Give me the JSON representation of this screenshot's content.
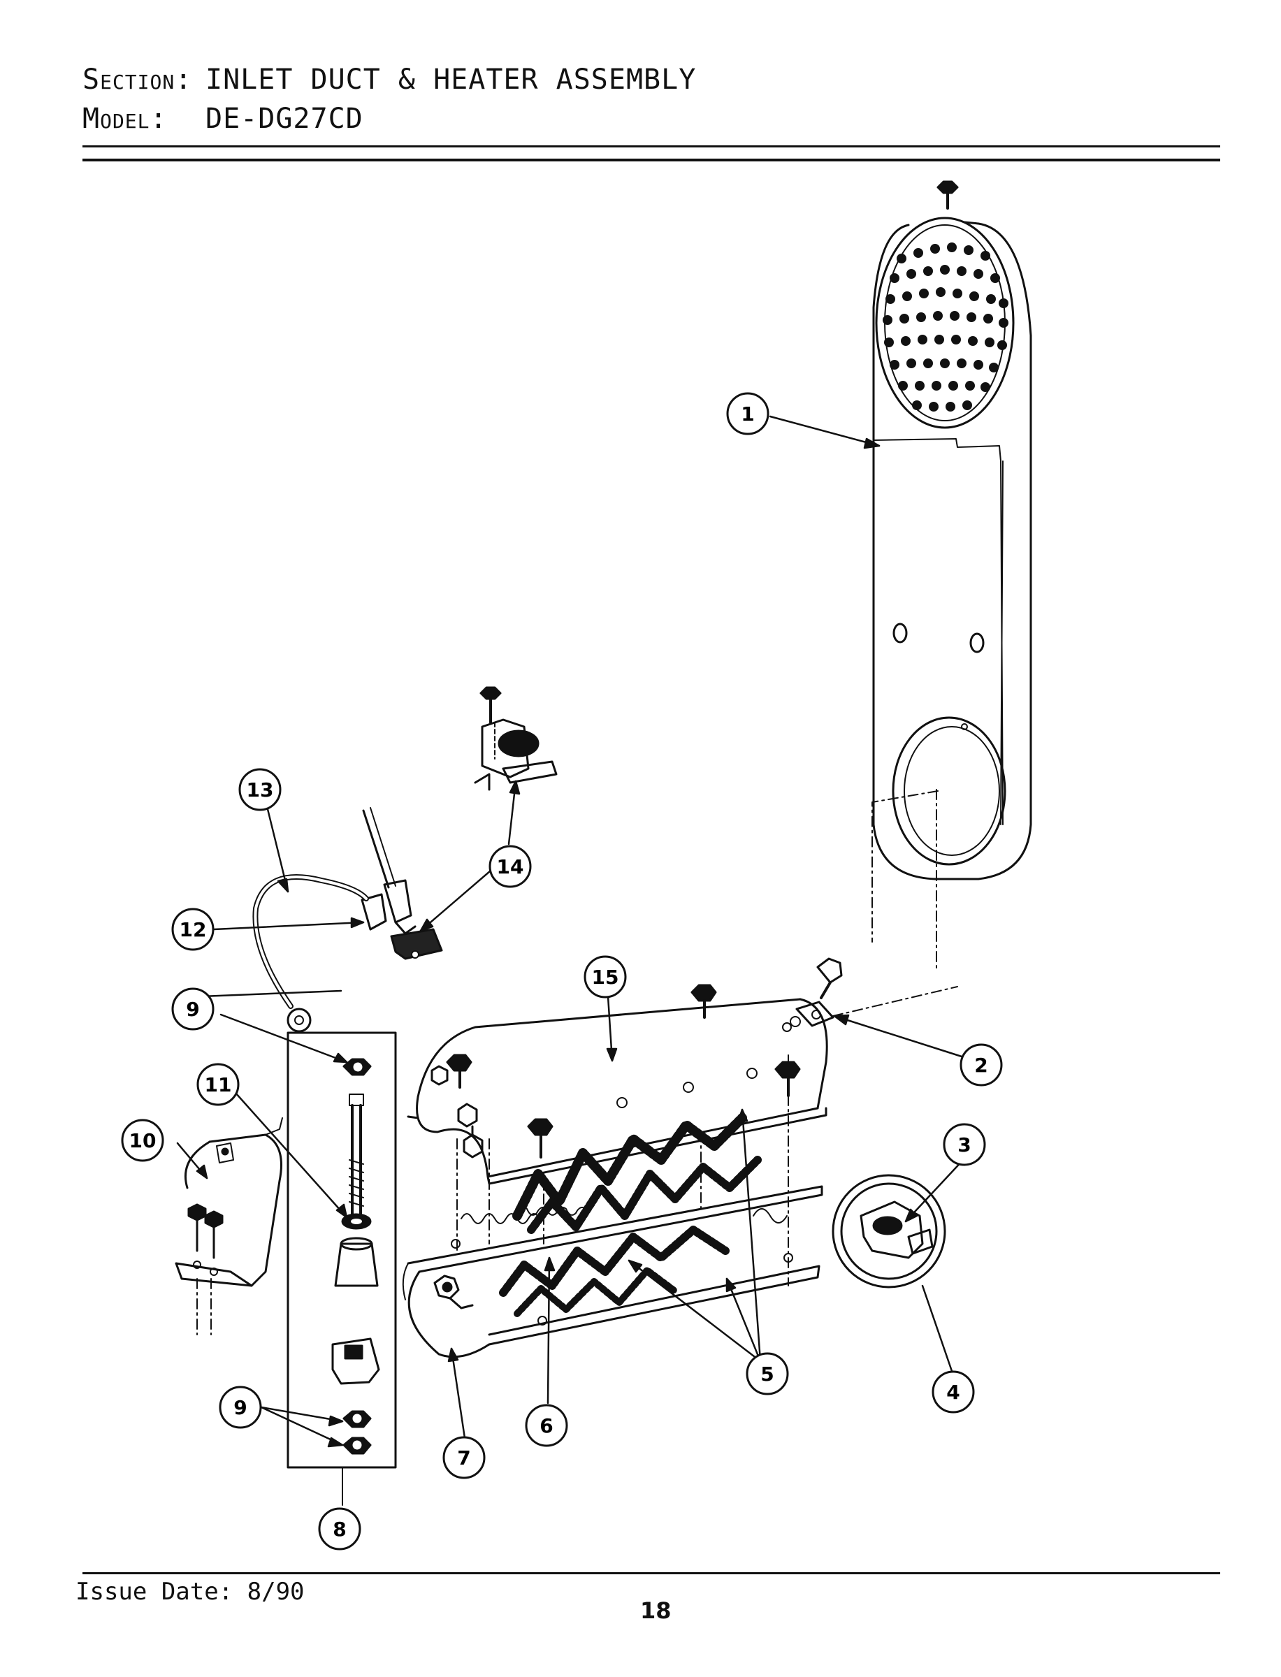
{
  "header": {
    "section_key": "Section:",
    "section_value": "INLET DUCT & HEATER ASSEMBLY",
    "model_key": "Model:",
    "model_value": "DE-DG27CD"
  },
  "callouts": [
    "1",
    "2",
    "3",
    "4",
    "5",
    "6",
    "7",
    "8",
    "9",
    "9",
    "10",
    "11",
    "12",
    "13",
    "14",
    "15"
  ],
  "footer": {
    "issue_date": "Issue Date: 8/90",
    "page_number": "18"
  }
}
